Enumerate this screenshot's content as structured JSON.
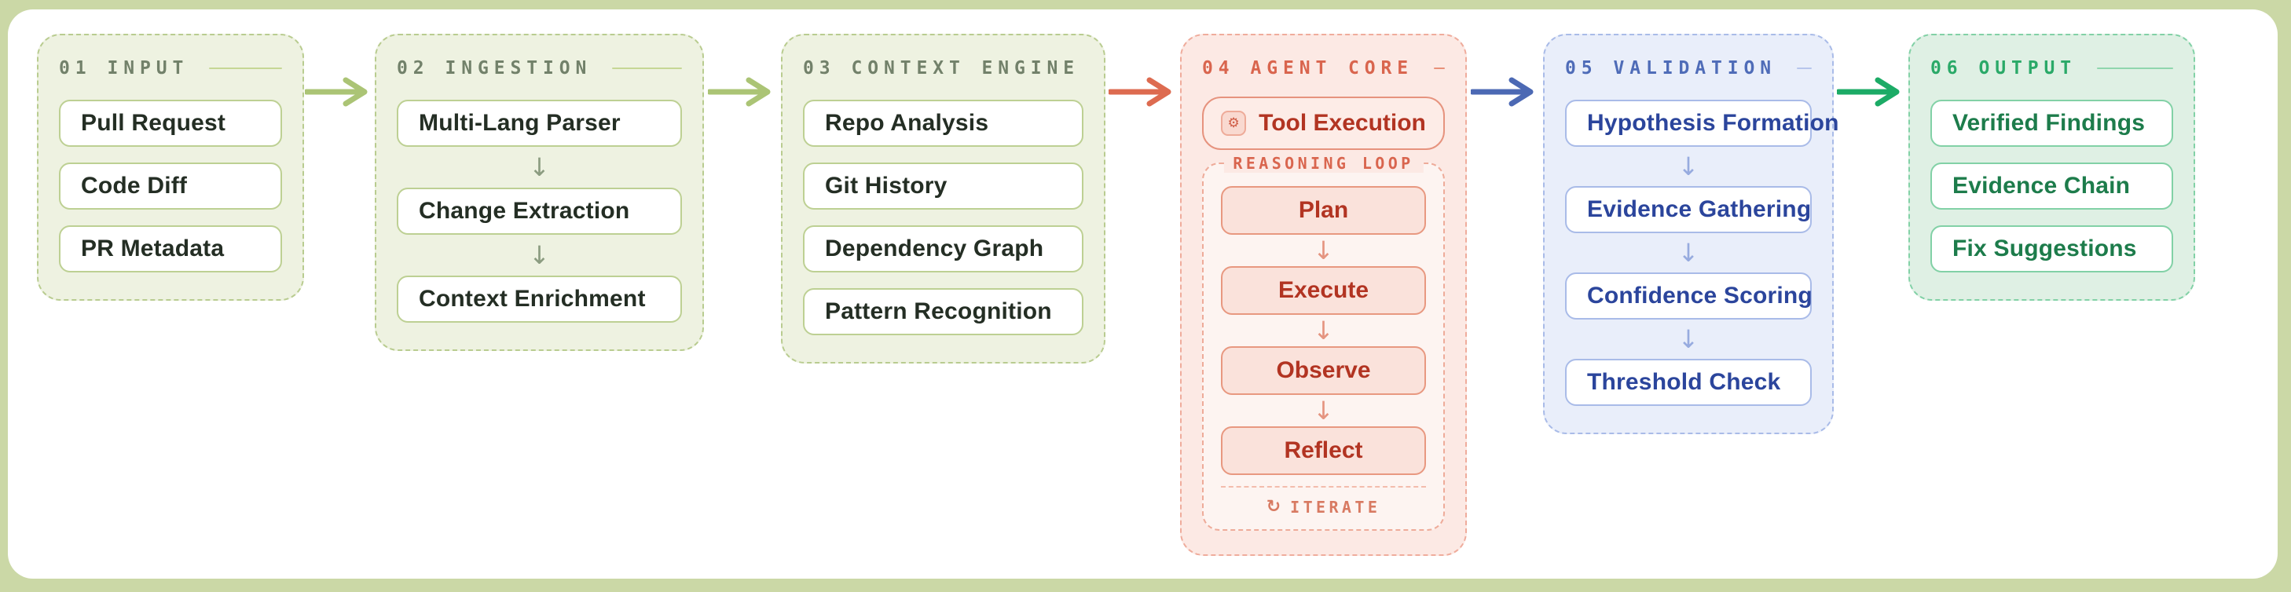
{
  "glyphs": {
    "down_arrow": "↓",
    "gear": "⚙",
    "iterate": "↻"
  },
  "colors": {
    "canvas_background": "#cbd8a6",
    "card_background": "#ffffff",
    "green_theme": {
      "panel_bg": "#eef2e1",
      "border": "#b9cc90",
      "header": "#72816a",
      "node_text": "#242e24"
    },
    "red_theme": {
      "panel_bg": "#fce9e4",
      "border": "#efac9c",
      "header": "#d9654e",
      "node_text": "#b23422"
    },
    "blue_theme": {
      "panel_bg": "#e9eefa",
      "border": "#a9bbe8",
      "header": "#4f6cb8",
      "node_text": "#2b459c"
    },
    "emerald_theme": {
      "panel_bg": "#dff0e4",
      "border": "#82d1a6",
      "header": "#2aa968",
      "node_text": "#1d7c4b"
    },
    "connector_green": "#abc475",
    "connector_red": "#dd6b50",
    "connector_blue": "#4c69b4",
    "connector_emerald": "#1cab66"
  },
  "stages": [
    {
      "number": "01",
      "title": "INPUT",
      "theme": "green",
      "items": [
        {
          "label": "Pull Request"
        },
        {
          "label": "Code Diff"
        },
        {
          "label": "PR Metadata"
        }
      ]
    },
    {
      "number": "02",
      "title": "INGESTION",
      "theme": "green",
      "items": [
        {
          "label": "Multi-Lang Parser"
        },
        {
          "label": "Change Extraction"
        },
        {
          "label": "Context Enrichment"
        }
      ]
    },
    {
      "number": "03",
      "title": "CONTEXT ENGINE",
      "theme": "green",
      "items": [
        {
          "label": "Repo Analysis"
        },
        {
          "label": "Git History"
        },
        {
          "label": "Dependency Graph"
        },
        {
          "label": "Pattern Recognition"
        }
      ]
    },
    {
      "number": "04",
      "title": "AGENT CORE",
      "theme": "red",
      "tool_box": {
        "label": "Tool Execution",
        "icon": "gear-icon"
      },
      "loop": {
        "label": "REASONING LOOP",
        "steps": [
          {
            "label": "Plan"
          },
          {
            "label": "Execute"
          },
          {
            "label": "Observe"
          },
          {
            "label": "Reflect"
          }
        ],
        "iterate_label": "ITERATE",
        "iterate_icon": "refresh-icon"
      }
    },
    {
      "number": "05",
      "title": "VALIDATION",
      "theme": "blue",
      "items": [
        {
          "label": "Hypothesis Formation"
        },
        {
          "label": "Evidence Gathering"
        },
        {
          "label": "Confidence Scoring"
        },
        {
          "label": "Threshold Check"
        }
      ]
    },
    {
      "number": "06",
      "title": "OUTPUT",
      "theme": "emerald",
      "items": [
        {
          "label": "Verified Findings"
        },
        {
          "label": "Evidence Chain"
        },
        {
          "label": "Fix Suggestions"
        }
      ]
    }
  ]
}
